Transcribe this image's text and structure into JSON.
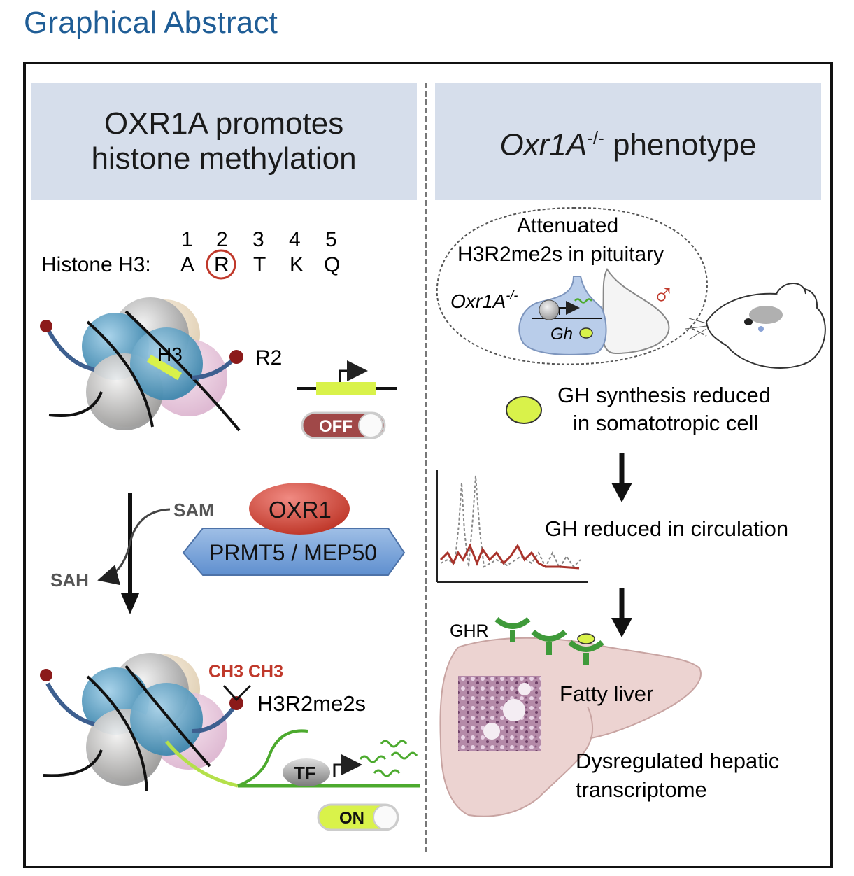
{
  "heading": "Graphical Abstract",
  "left_panel": {
    "title_line1": "OXR1A promotes",
    "title_line2": "histone methylation",
    "histone_label": "Histone H3:",
    "positions": [
      "1",
      "2",
      "3",
      "4",
      "5"
    ],
    "residues": [
      "A",
      "R",
      "T",
      "K",
      "Q"
    ],
    "h3_label": "H3",
    "r2_label": "R2",
    "off_label": "OFF",
    "sam_label": "SAM",
    "sah_label": "SAH",
    "oxr1_label": "OXR1",
    "prmt_label": "PRMT5 / MEP50",
    "ch3_label": "CH3 CH3",
    "h3r2me2s_label": "H3R2me2s",
    "tf_label": "TF",
    "on_label": "ON"
  },
  "right_panel": {
    "title_italic": "Oxr1A",
    "title_sup": "-/-",
    "title_rest": " phenotype",
    "bubble_line1": "Attenuated",
    "bubble_line2": "H3R2me2s in pituitary",
    "genotype": "Oxr1A",
    "genotype_sup": "-/-",
    "gene_label": "Gh",
    "male_symbol": "♂",
    "gh_synthesis_line1": "GH synthesis reduced",
    "gh_synthesis_line2": "in somatotropic cell",
    "gh_circulation": "GH reduced in circulation",
    "ghr_label": "GHR",
    "fatty_liver": "Fatty liver",
    "transcriptome_line1": "Dysregulated hepatic",
    "transcriptome_line2": "transcriptome"
  },
  "colors": {
    "heading": "#1f5d96",
    "panel_bg": "#d6deeb",
    "highlight": "#d9f24a",
    "red_mark": "#c0392b",
    "green": "#4caa2e",
    "ghr_green": "#3f9a3a",
    "liver": "#ecd3d1"
  }
}
